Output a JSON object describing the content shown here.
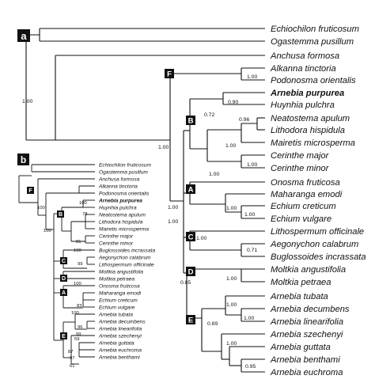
{
  "panel_a": {
    "label": "a",
    "tips": [
      "Echiochilon fruticosum",
      "Ogastemma pusillum",
      "Anchusa formosa",
      "Alkanna tinctoria",
      "Podonosma orientalis",
      "Arnebia purpurea",
      "Huynhia pulchra",
      "Neatostema apulum",
      "Lithodora hispidula",
      "Mairetis microsperma",
      "Cerinthe major",
      "Cerinthe minor",
      "Onosma fruticosa",
      "Maharanga emodi",
      "Echium creticum",
      "Echium vulgare",
      "Lithospermum officinale",
      "Aegonychon calabrum",
      "Buglossoides incrassata",
      "Moltkia angustifolia",
      "Moltkia petraea",
      "Arnebia tubata",
      "Arnebia decumbens",
      "Arnebia linearifolia",
      "Arnebia szechenyi",
      "Arnebia guttata",
      "Arnebia benthami",
      "Arnebia euchroma"
    ],
    "clades": [
      "F",
      "B",
      "A",
      "C",
      "D",
      "E"
    ],
    "support": {
      "root_inner": "1.00",
      "anchusa_rest": "1.00",
      "core": "1.00",
      "alk_pod": "1.00",
      "b_clade": "0.72",
      "arn_huy": "0.90",
      "neat_lith": "0.96",
      "neat_mair": "1.00",
      "cerinthe": "1.00",
      "b_lower": "1.00",
      "echium": "1.00",
      "mah_ech": "1.00",
      "a_clade": "1.00",
      "aeg_bug": "0.71",
      "c_clade": "1.00",
      "d_clade": "1.00",
      "cd_e": "0.85",
      "e_clade": "0.89",
      "decu_line": "1.00",
      "tub_dec": "1.00",
      "guttata_group": "1.00",
      "ben_euc": "0.95"
    }
  },
  "panel_b": {
    "label": "b",
    "tips": [
      "Echiochilon fruticosum",
      "Ogastemma pusillum",
      "Anchusa formosa",
      "Alkanna tinctoria",
      "Podonosma orientalis",
      "Arnebia purpurea",
      "Huynhia pulchra",
      "Neatostema apulum",
      "Lithodora hispidula",
      "Mairetis microsperma",
      "Cerinthe major",
      "Cerinthe minor",
      "Buglossoides incrassata",
      "Aegonychon calabrum",
      "Lithospermum officinale",
      "Moltkia angustifolia",
      "Moltkia petraea",
      "Onosma fruticosa",
      "Maharanga emodi",
      "Echium creticum",
      "Echium vulgare",
      "Arnebia tubata",
      "Arnebia decumbens",
      "Arnebia linearifolia",
      "Arnebia szechenyi",
      "Arnebia guttata",
      "Arnebia euchroma",
      "Arnebia benthami"
    ],
    "clades": [
      "F",
      "B",
      "C",
      "D",
      "A",
      "E"
    ],
    "support": {
      "alk_pod": "100",
      "root": "100",
      "core": "100",
      "arn_huy": "78",
      "cerinthe": "81",
      "b_lower": "100",
      "c_clade": "99",
      "d_clade": "100",
      "echium": "83",
      "a_clade": "100",
      "decu_line": "96",
      "tub_dec": "99",
      "e_clade": "59",
      "guttata": "97",
      "eu_ben": "61",
      "gutt_grp": "87"
    }
  }
}
